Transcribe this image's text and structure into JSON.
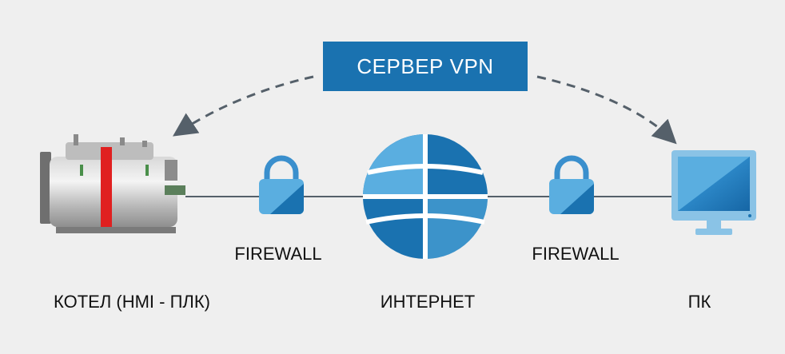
{
  "diagram": {
    "vpn_server_label": "СЕРВЕР VPN",
    "firewall_left_label": "FIREWALL",
    "firewall_right_label": "FIREWALL",
    "boiler_label": "КОТЕЛ (HMI - ПЛК)",
    "internet_label": "ИНТЕРНЕТ",
    "pc_label": "ПК"
  },
  "icons": {
    "boiler": "boiler-icon",
    "lock": "padlock-icon",
    "globe": "globe-icon",
    "monitor": "monitor-icon"
  },
  "colors": {
    "background": "#efefef",
    "accent_blue": "#1a72b0",
    "light_blue": "#5aaee0",
    "dark_blue": "#1765a3",
    "line_gray": "#55606a",
    "boiler_red": "#e02020"
  }
}
